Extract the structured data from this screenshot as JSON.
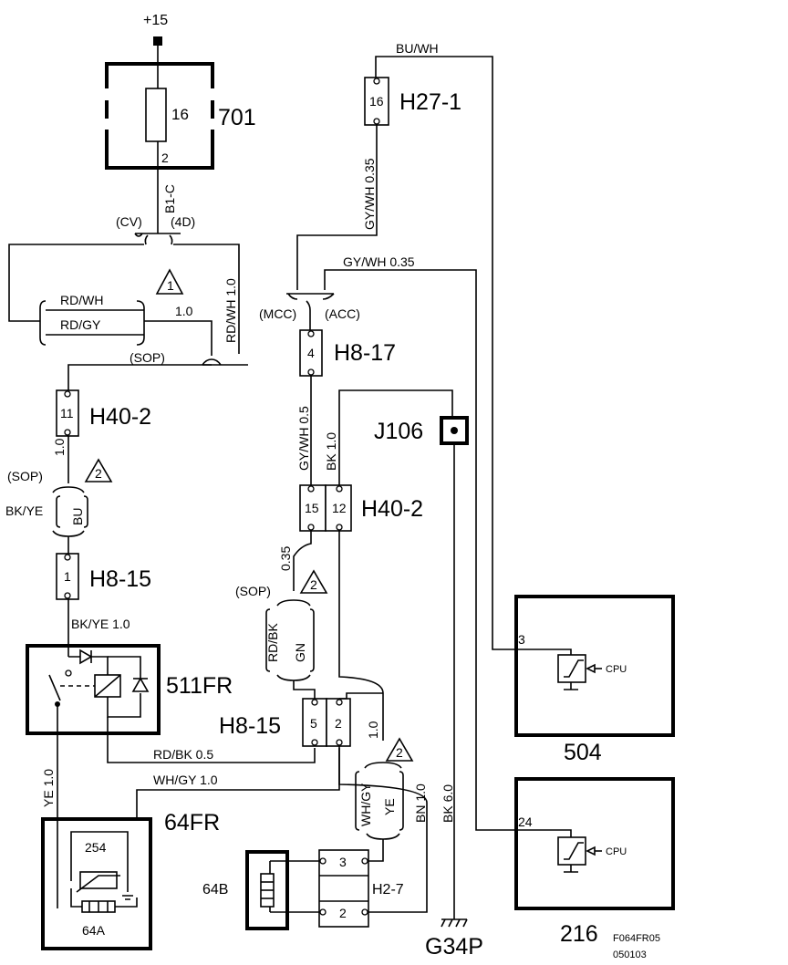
{
  "supply": {
    "label": "+15"
  },
  "components": {
    "c701": {
      "id": "701",
      "fuse_no": "16",
      "pin": "2"
    },
    "c511": {
      "id": "511FR"
    },
    "c64fr": {
      "id": "64FR",
      "inner_value": "254",
      "sub": "64A"
    },
    "c64b": {
      "id": "64B"
    },
    "c504": {
      "id": "504",
      "pin": "3",
      "cpu": "CPU"
    },
    "c216": {
      "id": "216",
      "pin": "24",
      "cpu": "CPU"
    }
  },
  "connectors": {
    "h27": {
      "id": "H27-1",
      "pin": "16"
    },
    "h8_17": {
      "id": "H8-17",
      "pin": "4"
    },
    "h40_left": {
      "id": "H40-2",
      "pin": "11"
    },
    "h40_mid": {
      "id": "H40-2",
      "pins": [
        "15",
        "12"
      ]
    },
    "h8_15_left": {
      "id": "H8-15",
      "pin": "1"
    },
    "h8_15_mid": {
      "id": "H8-15",
      "pins": [
        "5",
        "2"
      ]
    },
    "j106": {
      "id": "J106"
    },
    "h2_7": {
      "id": "H2-7",
      "pins": [
        "3",
        "2"
      ]
    },
    "ground": {
      "id": "G34P"
    }
  },
  "wires": {
    "b1c": "B1-C",
    "cv": "(CV)",
    "d4": "(4D)",
    "rdwh_top": "RD/WH",
    "rdgy": "RD/GY",
    "w10a": "1.0",
    "sop1": "(SOP)",
    "rdwh_vert": "RD/WH 1.0",
    "w10b": "1.0",
    "sop2": "(SOP)",
    "bkye": "BK/YE",
    "bu": "BU",
    "bkye10": "BK/YE  1.0",
    "ye10": "YE  1.0",
    "rdbk05": "RD/BK  0.5",
    "whgy10": "WH/GY  1.0",
    "buwh": "BU/WH",
    "gywh035v": "GY/WH  0.35",
    "gywh035h": "GY/WH  0.35",
    "mcc": "(MCC)",
    "acc": "(ACC)",
    "gywh05": "GY/WH  0.5",
    "bk10": "BK  1.0",
    "w035": "0.35",
    "sop3": "(SOP)",
    "rdbk": "RD/BK",
    "gn": "GN",
    "w10c": "1.0",
    "whgy": "WH/GY",
    "ye": "YE",
    "bn10": "BN  1.0",
    "bk60": "BK  6.0"
  },
  "notes": {
    "n1": "1",
    "n2a": "2",
    "n2b": "2",
    "n2c": "2"
  },
  "drawing_code": {
    "line1": "F064FR05",
    "line2": "050103"
  }
}
